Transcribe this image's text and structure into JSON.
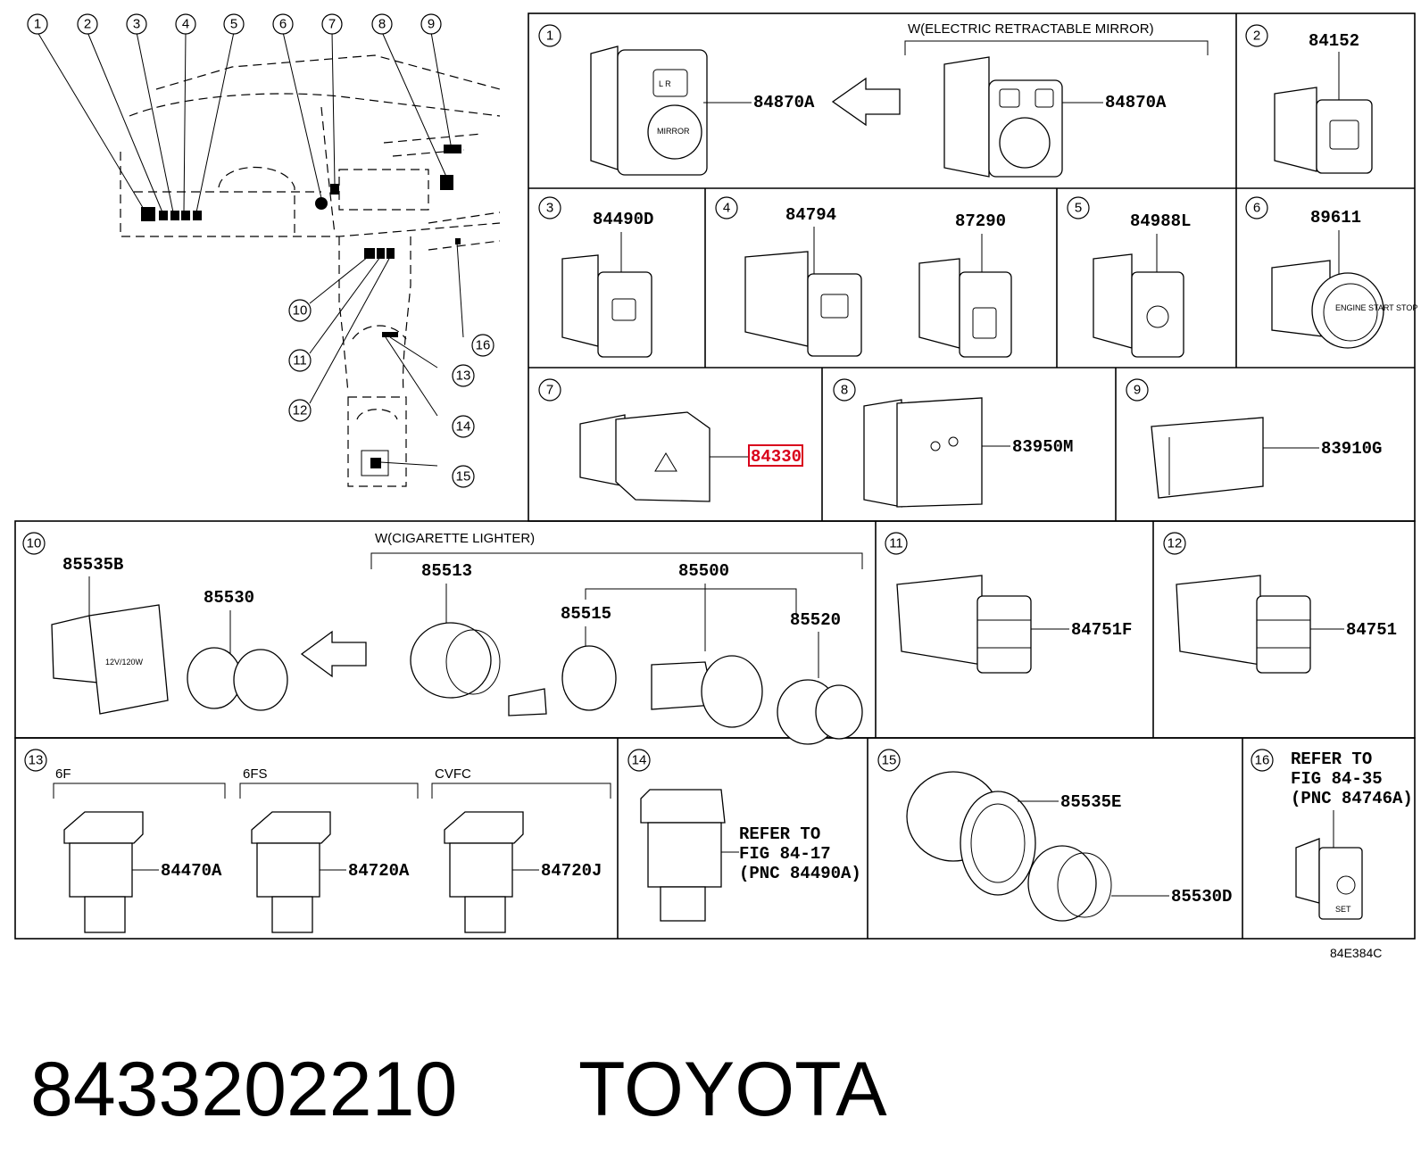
{
  "footer": {
    "part_number": "8433202210",
    "brand": "TOYOTA",
    "figure_code": "84E384C"
  },
  "overview_callouts": [
    "1",
    "2",
    "3",
    "4",
    "5",
    "6",
    "7",
    "8",
    "9",
    "10",
    "11",
    "12",
    "13",
    "14",
    "15",
    "16"
  ],
  "panels": {
    "p1": {
      "num": "1",
      "note": "W(ELECTRIC RETRACTABLE MIRROR)",
      "left_part": "84870A",
      "right_part": "84870A",
      "button_text": "MIRROR",
      "lr_text": "L  R"
    },
    "p2": {
      "num": "2",
      "part": "84152"
    },
    "p3": {
      "num": "3",
      "part": "84490D"
    },
    "p4": {
      "num": "4",
      "part_a": "84794",
      "part_b": "87290"
    },
    "p5": {
      "num": "5",
      "part": "84988L"
    },
    "p6": {
      "num": "6",
      "part": "89611",
      "button_text": "ENGINE START STOP"
    },
    "p7": {
      "num": "7",
      "part": "84330"
    },
    "p8": {
      "num": "8",
      "part": "83950M"
    },
    "p9": {
      "num": "9",
      "part": "83910G"
    },
    "p10": {
      "num": "10",
      "note": "W(CIGARETTE LIGHTER)",
      "p_85535b": "85535B",
      "p_85530": "85530",
      "p_85513": "85513",
      "p_85500": "85500",
      "p_85515": "85515",
      "p_85520": "85520",
      "socket_text": "12V/120W"
    },
    "p11": {
      "num": "11",
      "part": "84751F"
    },
    "p12": {
      "num": "12",
      "part": "84751"
    },
    "p13": {
      "num": "13",
      "g1": "6F",
      "g2": "6FS",
      "g3": "CVFC",
      "part1": "84470A",
      "part2": "84720A",
      "part3": "84720J"
    },
    "p14": {
      "num": "14",
      "ref1": "REFER TO",
      "ref2": "FIG 84-17",
      "ref3": "(PNC 84490A)"
    },
    "p15": {
      "num": "15",
      "part_a": "85535E",
      "part_b": "85530D"
    },
    "p16": {
      "num": "16",
      "ref1": "REFER TO",
      "ref2": "FIG 84-35",
      "ref3": "(PNC 84746A)",
      "set_text": "SET"
    }
  },
  "highlight_color": "#d9001b"
}
